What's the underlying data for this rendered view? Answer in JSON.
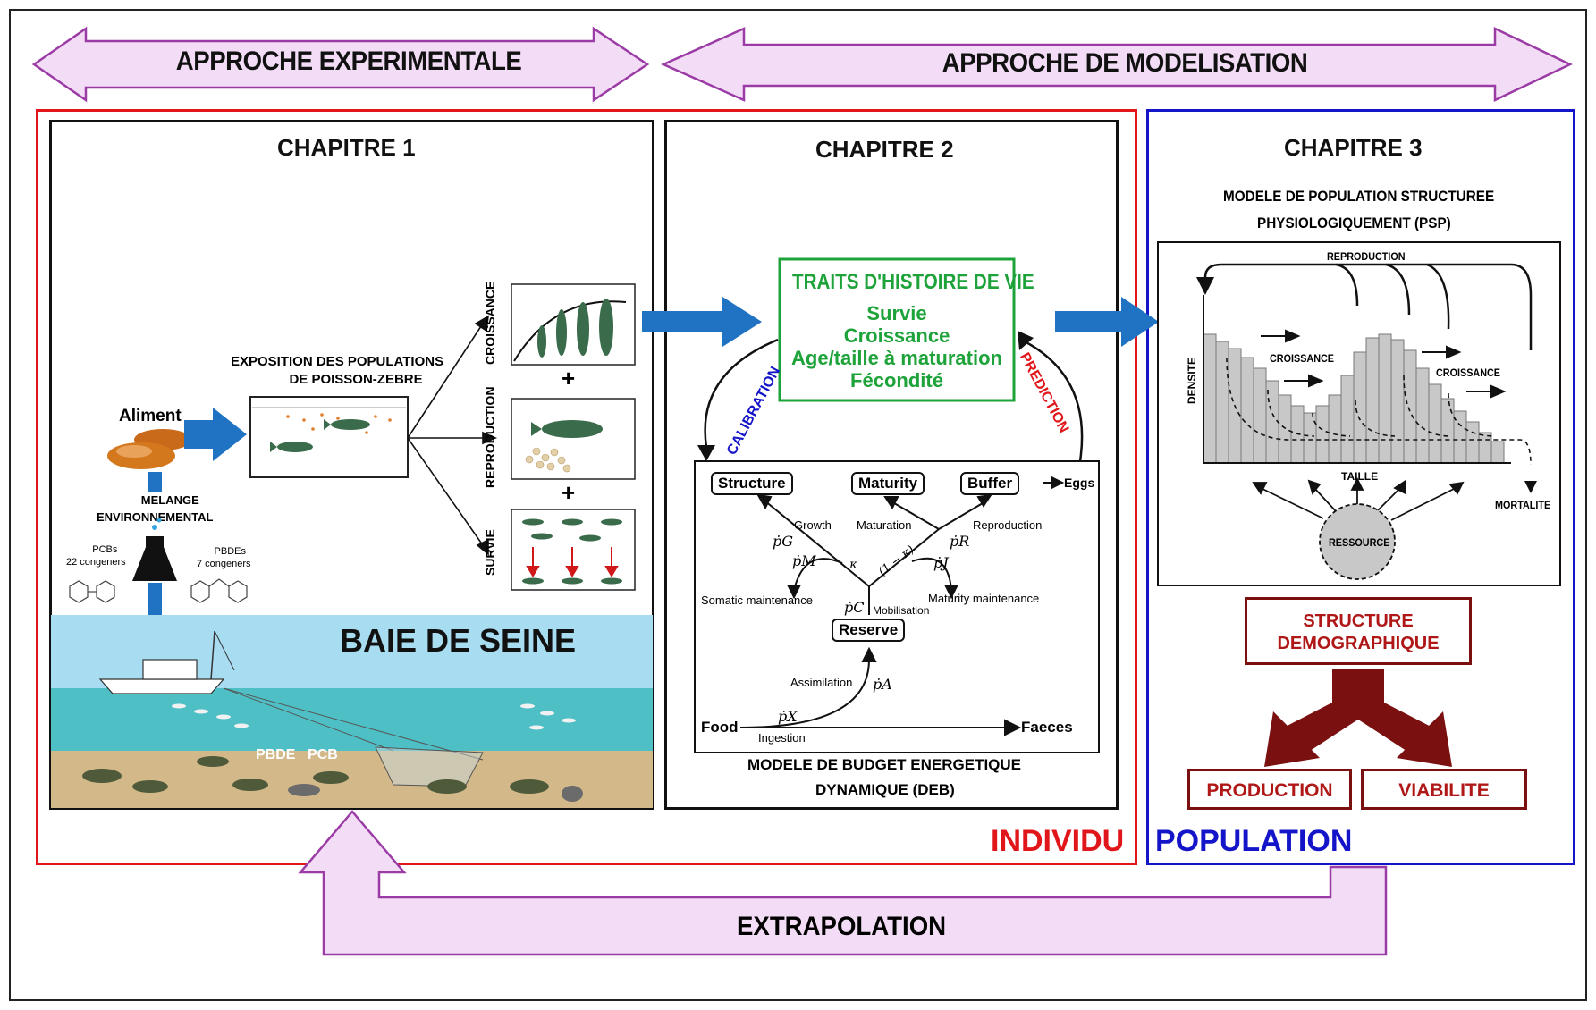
{
  "top_arrows": {
    "left": "APPROCHE EXPERIMENTALE",
    "right": "APPROCHE DE MODELISATION"
  },
  "bottom_arrow": "EXTRAPOLATION",
  "scale_labels": {
    "individual": "INDIVIDU",
    "population": "POPULATION"
  },
  "colors": {
    "arrow_fill": "#f3dcf5",
    "arrow_border": "#9b3ba5",
    "individu": "#e0161a",
    "population": "#1414c8",
    "traits_green": "#1ea33a",
    "flow_blue": "#1f73c2",
    "maroon": "#7a1010"
  },
  "chapter1": {
    "title": "CHAPITRE 1",
    "aliment": "Aliment",
    "exposure": [
      "EXPOSITION DES POPULATIONS",
      "DE POISSON-ZEBRE"
    ],
    "mix": [
      "MELANGE",
      "ENVIRONNEMENTAL"
    ],
    "pcbs": [
      "PCBs",
      "22 congeners"
    ],
    "pbdes": [
      "PBDEs",
      "7 congeners"
    ],
    "outcomes": [
      "CROISSANCE",
      "REPRODUCTION",
      "SURVIE"
    ],
    "plus": "+",
    "bay": "BAIE DE SEINE",
    "pbde": "PBDE",
    "pcb": "PCB"
  },
  "chapter2": {
    "title": "CHAPITRE 2",
    "traits_title": "TRAITS D'HISTOIRE DE VIE",
    "traits": [
      "Survie",
      "Croissance",
      "Age/taille à maturation",
      "Fécondité"
    ],
    "calibration": "CALIBRATION",
    "prediction": "PREDICTION",
    "deb": {
      "structure": "Structure",
      "maturity": "Maturity",
      "buffer": "Buffer",
      "eggs": "Eggs",
      "reserve": "Reserve",
      "food": "Food",
      "faeces": "Faeces",
      "growth": "Growth",
      "maturation": "Maturation",
      "reproduction": "Reproduction",
      "somatic": "Somatic maintenance",
      "maturity_maint": "Maturity maintenance",
      "mobilisation": "Mobilisation",
      "assimilation": "Assimilation",
      "ingestion": "Ingestion",
      "pG": "ṗG",
      "pM": "ṗM",
      "pR": "ṗR",
      "pJ": "ṗJ",
      "pC": "ṗC",
      "pA": "ṗA",
      "pX": "ṗX",
      "kappa": "κ",
      "one_minus_kappa": "(1 − κ)"
    },
    "caption": [
      "MODELE DE BUDGET ENERGETIQUE",
      "DYNAMIQUE (DEB)"
    ]
  },
  "chapter3": {
    "title": "CHAPITRE 3",
    "subtitle": [
      "MODELE DE POPULATION STRUCTUREE",
      "PHYSIOLOGIQUEMENT (PSP)"
    ],
    "reproduction": "REPRODUCTION",
    "croissance": "CROISSANCE",
    "densite": "DENSITE",
    "taille": "TAILLE",
    "mortalite": "MORTALITE",
    "ressource": "RESSOURCE",
    "structure": [
      "STRUCTURE",
      "DEMOGRAPHIQUE"
    ],
    "production": "PRODUCTION",
    "viabilite": "VIABILITE"
  }
}
